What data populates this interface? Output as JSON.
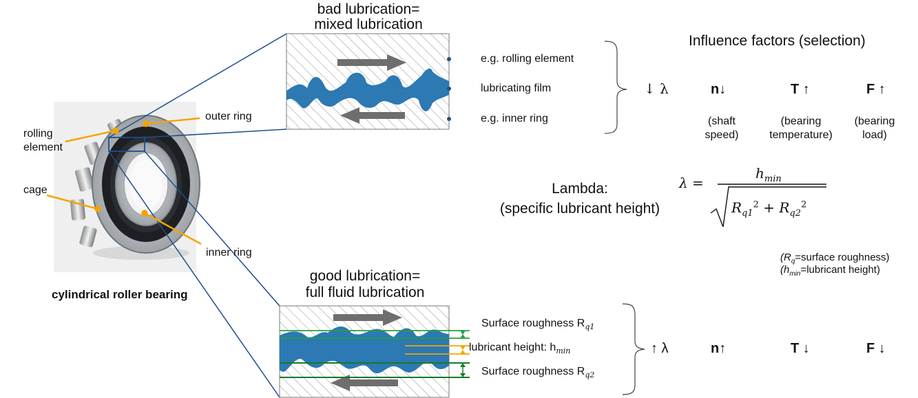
{
  "bearing": {
    "labels": {
      "outer_ring": "outer ring",
      "rolling_element_1": "rolling",
      "rolling_element_2": "element",
      "cage": "cage",
      "inner_ring": "inner ring"
    },
    "caption": "cylindrical roller bearing"
  },
  "mixed": {
    "title_1": "bad lubrication=",
    "title_2": "mixed lubrication",
    "label_top": "e.g. rolling element",
    "label_mid": "lubricating film",
    "label_bottom": "e.g. inner ring",
    "lambda": "↓ λ"
  },
  "full": {
    "title_1": "good lubrication=",
    "title_2": "full fluid lubrication",
    "label_r1": "Surface roughness R",
    "label_r1_sub": "q1",
    "label_h": "lubricant height: h",
    "label_h_sub": "min",
    "label_r2": "Surface roughness R",
    "label_r2_sub": "q2",
    "lambda": "↑ λ"
  },
  "influence": {
    "title": "Influence factors (selection)",
    "factors": [
      {
        "symbol": "n",
        "arrow_bad": "↓",
        "arrow_good": "↑",
        "desc_1": "(shaft",
        "desc_2": "speed)"
      },
      {
        "symbol": "T",
        "arrow_bad": "↑",
        "arrow_good": "↓",
        "desc_1": "(bearing",
        "desc_2": "temperature)"
      },
      {
        "symbol": "F",
        "arrow_bad": "↑",
        "arrow_good": "↓",
        "desc_1": "(bearing",
        "desc_2": "load)"
      }
    ]
  },
  "lambda_def": {
    "label_1": "Lambda:",
    "label_2": "(specific lubricant height)",
    "formula_lhs": "λ =",
    "numerator": "h",
    "numerator_sub": "min",
    "denominator_r": "R",
    "sub_q1": "q1",
    "sub_q2": "q2",
    "sup": "2",
    "plus": "+"
  },
  "legend": {
    "rq_prefix": "(R",
    "rq_sub": "q",
    "rq_text": "=surface roughness)",
    "h_prefix": "(h",
    "h_sub": "min",
    "h_text": "=lubricant height)"
  },
  "colors": {
    "film_blue": "#2c79b3",
    "dark_blue": "#1f4e8c",
    "orange": "#f2a500",
    "green": "#23a23a",
    "dark_green": "#157a2a",
    "arrow_gray": "#6e6e6e"
  }
}
